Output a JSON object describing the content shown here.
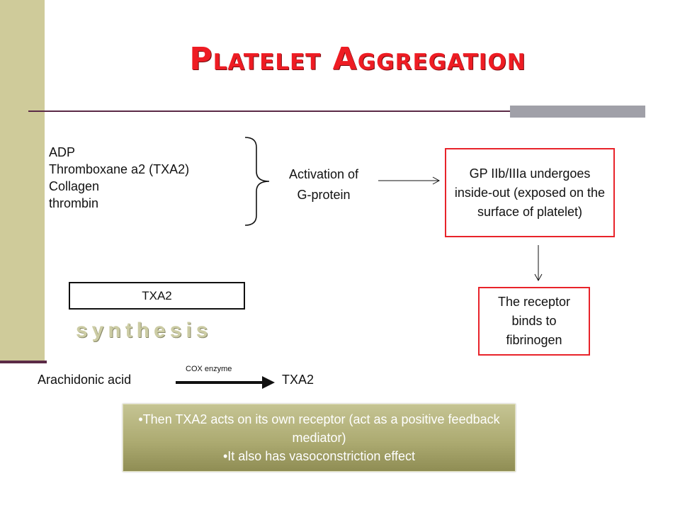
{
  "slide": {
    "title": "Platelet Aggregation"
  },
  "triggers": [
    "ADP",
    "Thromboxane a2 (TXA2)",
    "Collagen",
    "thrombin"
  ],
  "activation": {
    "line1": "Activation of",
    "line2": "G-protein"
  },
  "gp_box": {
    "text": "GP IIb/IIIa undergoes inside-out (exposed on the surface of platelet)"
  },
  "receptor_box": {
    "text": "The receptor binds to fibrinogen"
  },
  "txa2_box": {
    "label": "TXA2"
  },
  "synthesis_label": "synthesis",
  "reaction": {
    "substrate": "Arachidonic acid",
    "enzyme": "COX enzyme",
    "product": "TXA2"
  },
  "effects": [
    "•Then TXA2 acts on its own receptor (act as a positive feedback mediator)",
    "•It also has vasoconstriction effect"
  ],
  "colors": {
    "title": "#ee1c23",
    "box_border": "#e8232a",
    "sidebar": "#cfcb9a",
    "rule": "#5b2a46"
  }
}
